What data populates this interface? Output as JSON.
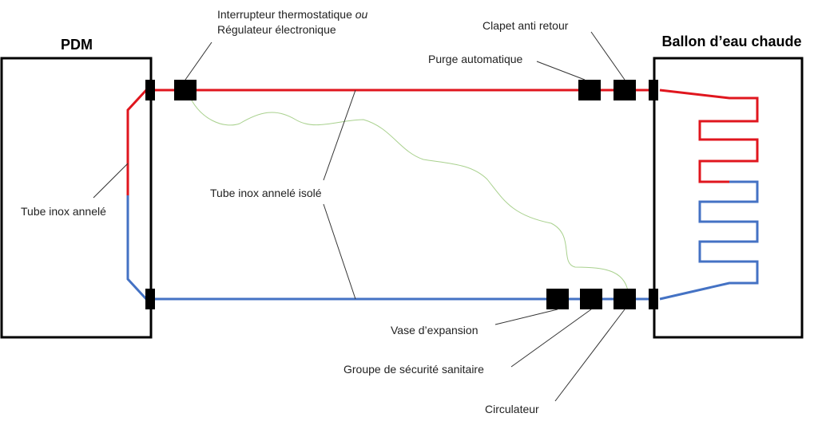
{
  "labels": {
    "pdm_title": "PDM",
    "tank_title": "Ballon d’eau chaude",
    "thermostat_line1": "Interrupteur thermostatique ",
    "thermostat_or": "ou",
    "thermostat_line2": "Régulateur électronique",
    "check_valve": "Clapet anti retour",
    "auto_purge": "Purge automatique",
    "tube_inox": "Tube inox annelé",
    "tube_inox_insulated": "Tube inox annelé isolé",
    "expansion_vessel": "Vase d’expansion",
    "safety_group": "Groupe de sécurité sanitaire",
    "circulator": "Circulateur"
  },
  "colors": {
    "hot_pipe": "#e0161e",
    "cold_pipe": "#4472c4",
    "sensor_wire": "#a9d18e",
    "component": "#000000"
  }
}
